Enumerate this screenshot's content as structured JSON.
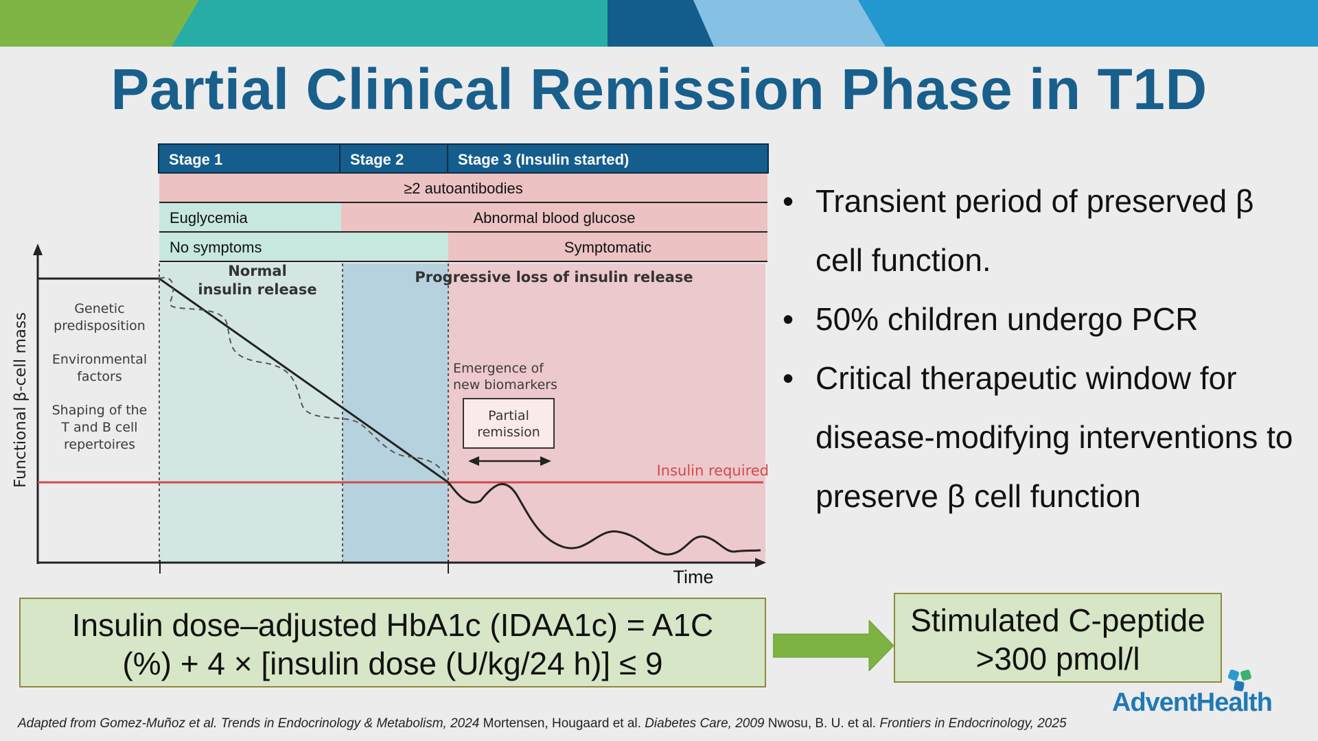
{
  "title": "Partial Clinical Remission Phase in T1D",
  "colors": {
    "title_blue": "#185f8c",
    "header_blue": "#145d8c",
    "pink_band": "#ecc2c2",
    "mint_band": "#c6e8df",
    "green_box": "#d7e6c6",
    "arrow_green": "#7db343",
    "insulin_line_red": "#d04a4a"
  },
  "diagram": {
    "stages": [
      "Stage 1",
      "Stage 2",
      "Stage 3 (Insulin started)"
    ],
    "rows": {
      "autoantibodies": "≥2 autoantibodies",
      "euglycemia": "Euglycemia",
      "abnormal_glucose": "Abnormal blood glucose",
      "no_symptoms": "No symptoms",
      "symptomatic": "Symptomatic"
    },
    "y_axis_label": "Functional β-cell mass",
    "x_axis_label": "Time",
    "left_factors": {
      "genetic": [
        "Genetic",
        "predisposition"
      ],
      "environmental": [
        "Environmental",
        "factors"
      ],
      "shaping": [
        "Shaping of the",
        "T and B cell",
        "repertoires"
      ]
    },
    "normal_release": [
      "Normal",
      "insulin release"
    ],
    "progressive_loss": "Progressive loss of insulin release",
    "biomarkers": [
      "Emergence of",
      "new biomarkers"
    ],
    "partial_remission": [
      "Partial",
      "remission"
    ],
    "insulin_required": "Insulin required"
  },
  "bullets": [
    "Transient period of preserved β cell function.",
    "50% children undergo PCR",
    "Critical therapeutic window for disease-modifying interventions to preserve β cell function"
  ],
  "formula": {
    "line1": "Insulin dose–adjusted HbA1c (IDAA1c) = A1C",
    "line2": "(%) + 4 × [insulin dose (U/kg/24 h)] ≤ 9"
  },
  "c_peptide": {
    "line1": "Stimulated C-peptide",
    "line2": ">300 pmol/l"
  },
  "logo": {
    "name": "AdventHealth"
  },
  "citations": {
    "c1": "Adapted from Gomez-Muñoz et al. Trends in Endocrinology & Metabolism, 2024",
    "c2_plain": "Mortensen, Hougaard et al.",
    "c2_italic": "Diabetes Care, 2009",
    "c3_plain": "Nwosu, B. U. et al.",
    "c3_italic": "Frontiers in Endocrinology, 2025"
  }
}
